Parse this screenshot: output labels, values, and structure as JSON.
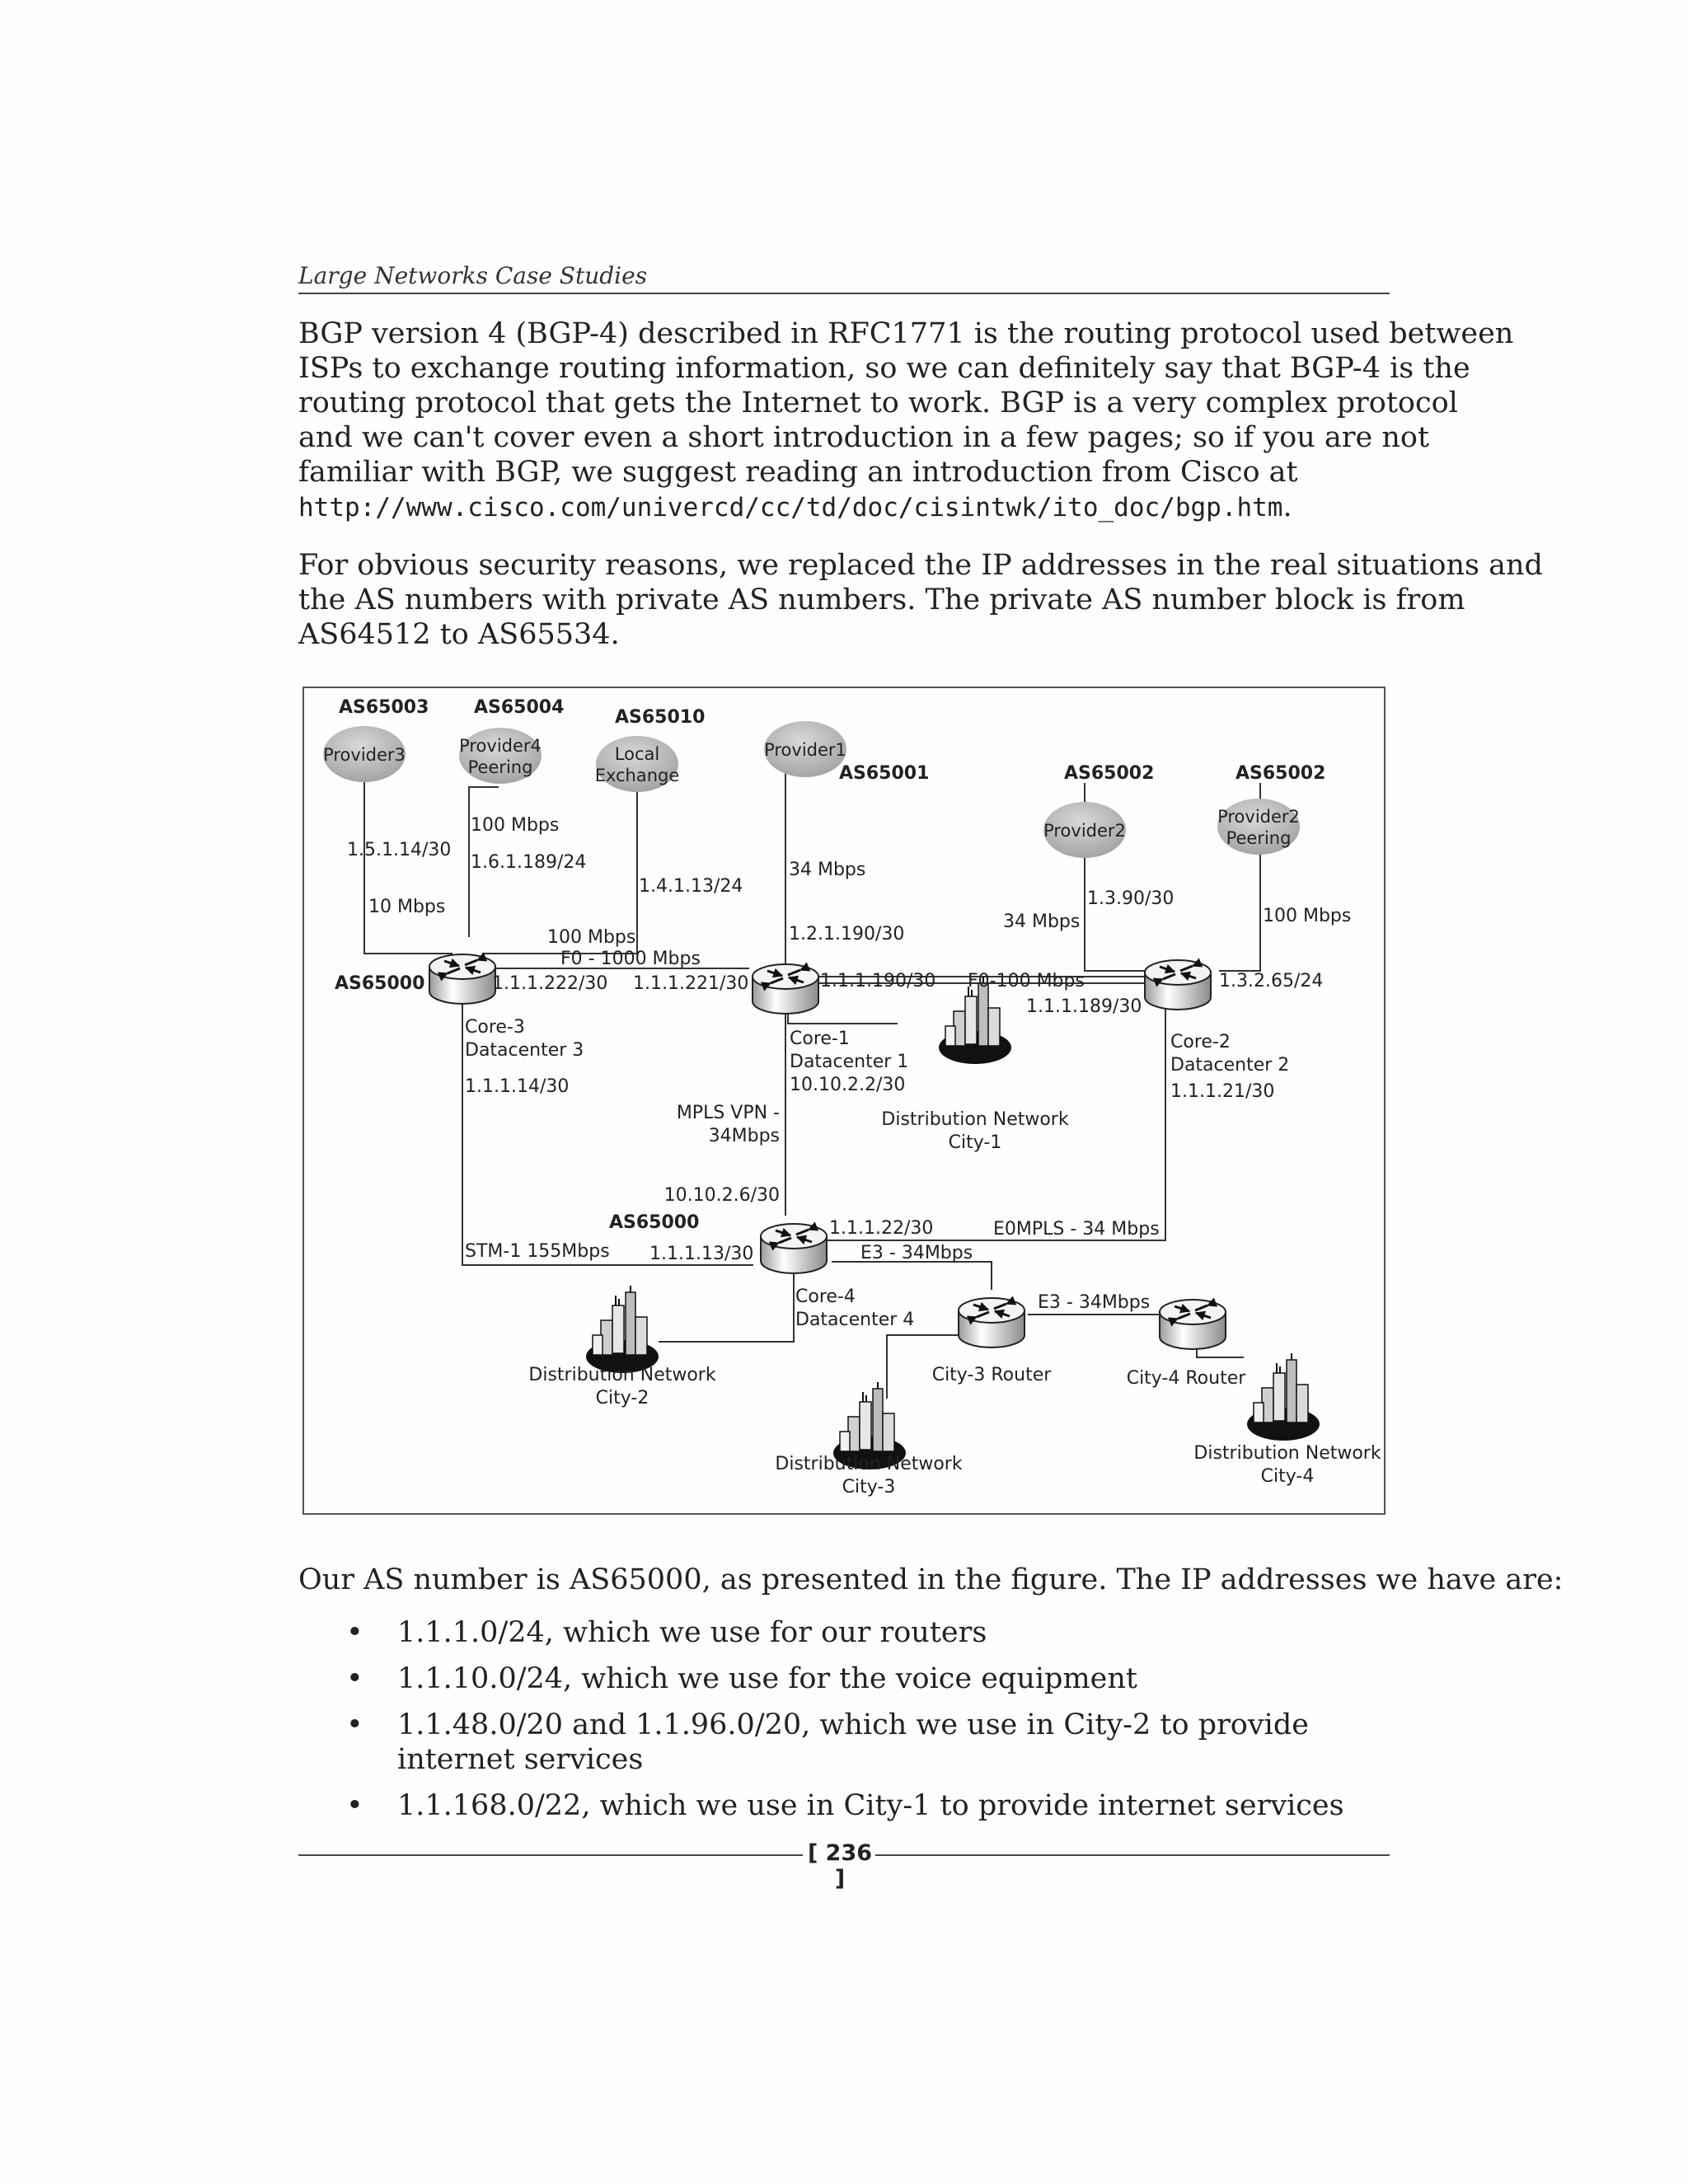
{
  "header": "Large Networks Case Studies",
  "paragraph1": [
    "BGP version 4 (BGP-4) described in RFC1771 is the routing protocol used between",
    "ISPs to exchange routing information, so we can definitely say that BGP-4 is the",
    "routing protocol that gets the Internet to work. BGP is a very complex protocol",
    "and we can't cover even a short introduction in a few pages; so if you are not",
    "familiar with BGP, we suggest reading an introduction from Cisco at"
  ],
  "url": "http://www.cisco.com/univercd/cc/td/doc/cisintwk/ito_doc/bgp.htm",
  "url_suffix": ".",
  "paragraph2": [
    "For obvious security reasons, we replaced the IP addresses in the real situations and",
    "the AS numbers with private AS numbers. The private AS number block is from",
    "AS64512 to AS65534."
  ],
  "figure": {
    "providers": [
      {
        "as": "AS65003",
        "name": [
          "Provider3"
        ]
      },
      {
        "as": "AS65004",
        "name": [
          "Provider4",
          "Peering"
        ]
      },
      {
        "as": "AS65010",
        "name": [
          "Local",
          "Exchange"
        ]
      },
      {
        "as": "AS65001",
        "name": [
          "Provider1"
        ]
      },
      {
        "as": "AS65002",
        "name": [
          "Provider2"
        ]
      },
      {
        "as": "AS65002",
        "name": [
          "Provider2",
          "Peering"
        ]
      }
    ],
    "routers": [
      {
        "name": "Core-3",
        "site": "Datacenter 3",
        "as": "AS65000"
      },
      {
        "name": "Core-1",
        "site": "Datacenter 1"
      },
      {
        "name": "Core-2",
        "site": "Datacenter 2"
      },
      {
        "name": "Core-4",
        "site": "Datacenter 4",
        "as": "AS65000"
      },
      {
        "name": "City-3 Router"
      },
      {
        "name": "City-4 Router"
      }
    ],
    "distribution": [
      {
        "line1": "Distribution Network",
        "line2": "City-1"
      },
      {
        "line1": "Distribution Network",
        "line2": "City-2"
      },
      {
        "line1": "Distribution Network",
        "line2": "City-3"
      },
      {
        "line1": "Distribution Network",
        "line2": "City-4"
      }
    ],
    "labels": {
      "p3_ip": "1.5.1.14/30",
      "p3_speed": "10 Mbps",
      "p4_speed": "100 Mbps",
      "p4_ip": "1.6.1.189/24",
      "lx_ip": "1.4.1.13/24",
      "lx_speed": "100 Mbps",
      "p1_speed": "34 Mbps",
      "p1_ip": "1.2.1.190/30",
      "p2_speed": "34 Mbps",
      "p2_ip": "1.3.90/30",
      "p2p_speed": "100 Mbps",
      "c3_c1_link": "F0 - 1000 Mbps",
      "c3_ip": "1.1.1.222/30",
      "c1_ip_left": "1.1.1.221/30",
      "c1_ip_right": "1.1.1.190/30",
      "c1_c2_link": "F0-100 Mbps",
      "c2_ip_left": "1.1.1.189/30",
      "c2_ip_right": "1.3.2.65/24",
      "c3_ip_down": "1.1.1.14/30",
      "c1_ip_down": "10.10.2.2/30",
      "c2_ip_down": "1.1.1.21/30",
      "mpls_1": "MPLS VPN -",
      "mpls_2": "34Mbps",
      "c4_ip_up": "10.10.2.6/30",
      "stm": "STM-1 155Mbps",
      "c4_ip_left": "1.1.1.13/30",
      "c4_ip_right": "1.1.1.22/30",
      "eompls": "E0MPLS - 34 Mbps",
      "e3_a": "E3 - 34Mbps",
      "e3_b": "E3 - 34Mbps"
    }
  },
  "paragraph3": "Our AS number is AS65000, as presented in the figure. The IP addresses we have are:",
  "bullet_char": "•",
  "bullets": [
    [
      "1.1.1.0/24, which we use for our routers"
    ],
    [
      "1.1.10.0/24, which we use for the voice equipment"
    ],
    [
      "1.1.48.0/20 and 1.1.96.0/20, which we use in City-2 to provide",
      "internet services"
    ],
    [
      "1.1.168.0/22, which we use in City-1 to provide internet services"
    ]
  ],
  "page_number": "[ 236 ]"
}
